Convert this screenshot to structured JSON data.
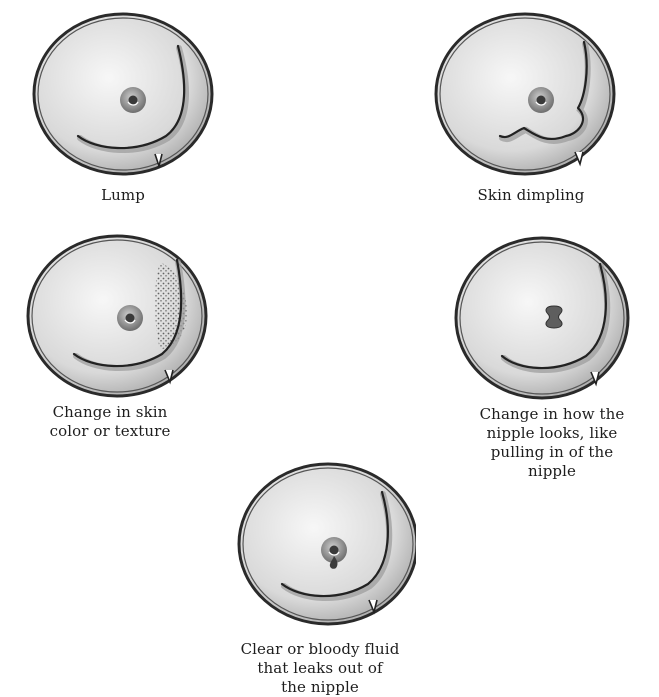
{
  "figure": {
    "panels": [
      {
        "id": "lump",
        "caption": "Lump",
        "sign": "lump"
      },
      {
        "id": "skin-dimpling",
        "caption": "Skin dimpling",
        "sign": "dimpling"
      },
      {
        "id": "skin-color",
        "caption": "Change in skin\ncolor or texture",
        "sign": "texture"
      },
      {
        "id": "nipple-look",
        "caption": "Change in how the\nnipple looks, like\npulling in of the\nnipple",
        "sign": "inverted-nipple"
      },
      {
        "id": "fluid",
        "caption": "Clear or bloody fluid\nthat leaks out of\nthe nipple",
        "sign": "discharge"
      }
    ],
    "colors": {
      "ring_outer": "#2a2a2a",
      "disc_light": "#f3f3f3",
      "disc_dark": "#b9b9b9",
      "contour": "#222222",
      "shadow": "#9a9a9a"
    }
  }
}
